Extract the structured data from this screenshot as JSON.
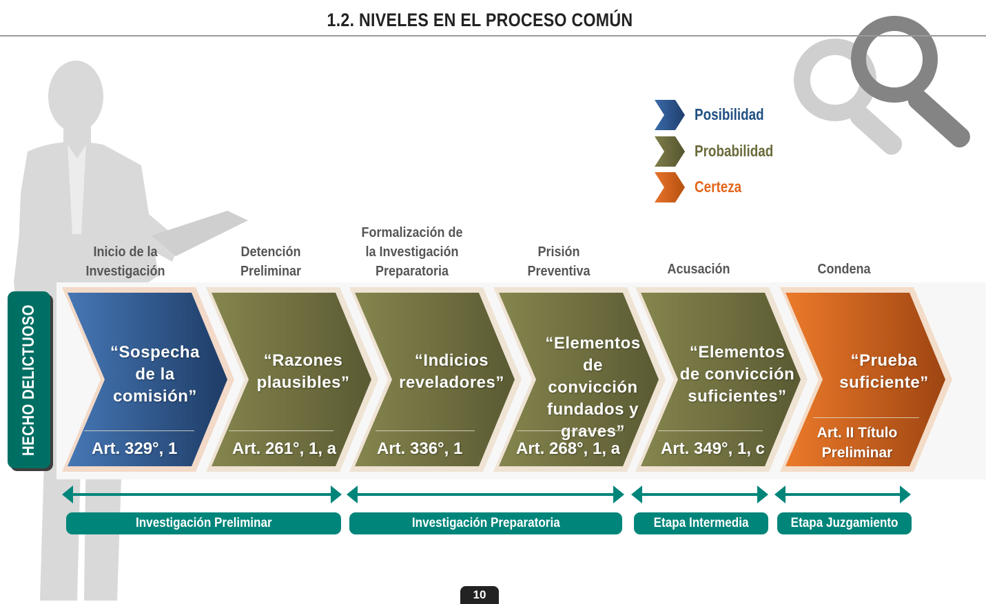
{
  "title": "1.2. NIVELES EN EL PROCESO COMÚN",
  "legend": [
    {
      "label": "Posibilidad",
      "color": "#1f4f82"
    },
    {
      "label": "Probabilidad",
      "color": "#6a6a3a"
    },
    {
      "label": "Certeza",
      "color": "#e3661c"
    }
  ],
  "side_label": "HECHO DELICTUOSO",
  "stages": [
    {
      "title_lines": [
        "Inicio de la",
        "Investigación"
      ],
      "quote_lines": [
        "“Sospecha",
        "de la",
        "comisión”"
      ],
      "article_lines": [
        "Art. 329°, 1"
      ],
      "level": "Posibilidad"
    },
    {
      "title_lines": [
        "Detención",
        "Preliminar"
      ],
      "quote_lines": [
        "“Razones",
        "plausibles”"
      ],
      "article_lines": [
        "Art. 261°, 1, a"
      ],
      "level": "Probabilidad"
    },
    {
      "title_lines": [
        "Formalización de",
        "la Investigación",
        "Preparatoria"
      ],
      "quote_lines": [
        "“Indicios",
        "reveladores”"
      ],
      "article_lines": [
        "Art. 336°, 1"
      ],
      "level": "Probabilidad"
    },
    {
      "title_lines": [
        "Prisión",
        "Preventiva"
      ],
      "quote_lines": [
        "“Elementos",
        "de convicción",
        "fundados y",
        "graves”"
      ],
      "article_lines": [
        "Art. 268°, 1, a"
      ],
      "level": "Probabilidad"
    },
    {
      "title_lines": [
        "Acusación"
      ],
      "quote_lines": [
        "“Elementos",
        "de convicción",
        "suficientes”"
      ],
      "article_lines": [
        "Art. 349°, 1, c"
      ],
      "level": "Probabilidad"
    },
    {
      "title_lines": [
        "Condena"
      ],
      "quote_lines": [
        "“Prueba",
        "suficiente”"
      ],
      "article_lines": [
        "Art. II Título",
        "Preliminar"
      ],
      "level": "Certeza"
    }
  ],
  "phases": [
    {
      "label": "Investigación Preliminar"
    },
    {
      "label": "Investigación Preparatoria"
    },
    {
      "label": "Etapa Intermedia"
    },
    {
      "label": "Etapa Juzgamiento"
    }
  ],
  "page_number": "10",
  "colors": {
    "teal": "#00857a",
    "blue": "#2f5f98",
    "olive": "#6b6b3c",
    "orange": "#d9601a",
    "legend_blue_text": "#1f4f82",
    "legend_olive_text": "#6a6a3a",
    "legend_orange_text": "#e3661c"
  }
}
